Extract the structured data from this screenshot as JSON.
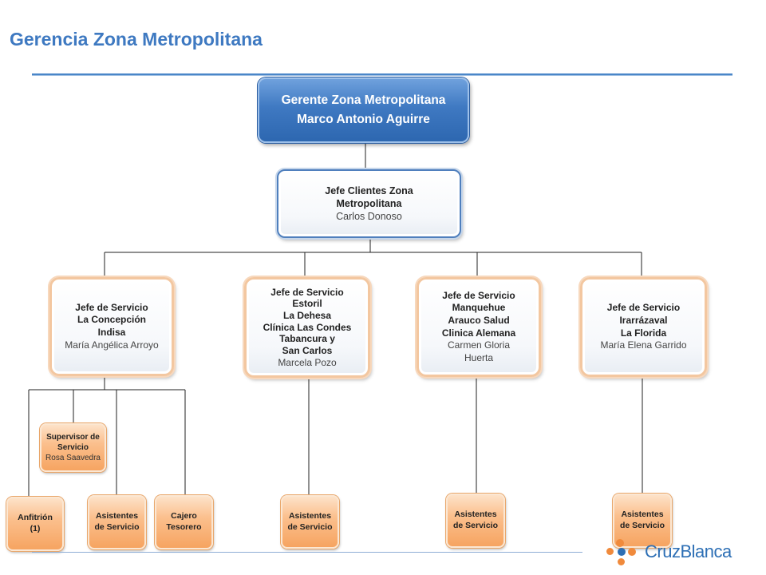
{
  "page": {
    "title": "Gerencia Zona Metropolitana"
  },
  "gerente": {
    "cargo": "Gerente Zona Metropolitana",
    "nombre": "Marco Antonio Aguirre"
  },
  "jefe_clientes": {
    "cargo_1": "Jefe Clientes Zona",
    "cargo_2": "Metropolitana",
    "nombre": "Carlos Donoso"
  },
  "jefes_servicio": [
    {
      "lines": [
        "Jefe de Servicio",
        "La Concepción",
        "Indisa"
      ],
      "nombre": "María Angélica Arroyo"
    },
    {
      "lines": [
        "Jefe de Servicio",
        "Estoril",
        "La Dehesa",
        "Clínica Las Condes",
        "Tabancura  y",
        "San Carlos"
      ],
      "nombre": "Marcela Pozo"
    },
    {
      "lines": [
        "Jefe de Servicio",
        "Manquehue",
        "Arauco Salud",
        "Clinica Alemana"
      ],
      "nombre_1": "Carmen Gloria",
      "nombre_2": "Huerta"
    },
    {
      "lines": [
        "Jefe de Servicio",
        "Irarrázaval",
        "La Florida"
      ],
      "nombre": "María Elena Garrido"
    }
  ],
  "supervisor": {
    "cargo_1": "Supervisor de",
    "cargo_2": "Servicio",
    "nombre": "Rosa Saavedra"
  },
  "staff": {
    "anfitrion_1": "Anfitrión",
    "anfitrion_2": "(1)",
    "asistentes_1": "Asistentes",
    "asistentes_2": "de Servicio",
    "cajero_1": "Cajero",
    "cajero_2": "Tesorero"
  },
  "logo": {
    "text": "CruzBlanca",
    "colors": {
      "orange": "#f08a3c",
      "blue": "#2d6fb5"
    }
  },
  "colors": {
    "title": "#3e79c1",
    "gerente_fill": "#3f79c2",
    "orange_fill": "#fbc08e"
  }
}
